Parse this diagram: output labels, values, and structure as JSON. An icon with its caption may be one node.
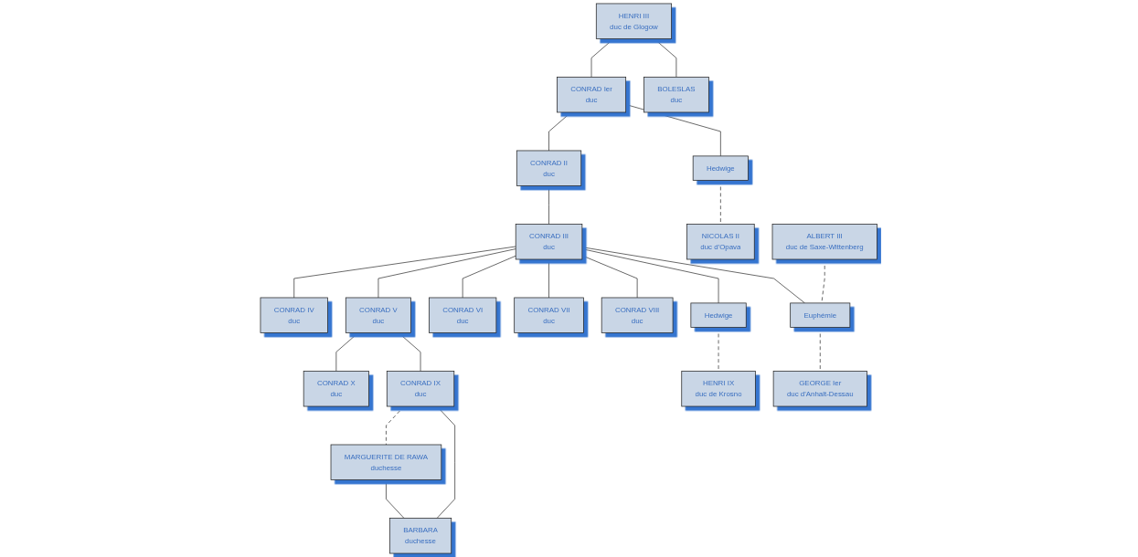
{
  "diagram": {
    "nodes": [
      {
        "text": [
          "HENRI III",
          "duc de Glogow"
        ]
      },
      {
        "text": [
          "CONRAD Ier",
          "duc"
        ]
      },
      {
        "text": [
          "BOLESLAS",
          "duc"
        ]
      },
      {
        "text": [
          "CONRAD II",
          "duc"
        ]
      },
      {
        "text": [
          "Hedwige"
        ]
      },
      {
        "text": [
          "NICOLAS II",
          "duc d'Opava"
        ]
      },
      {
        "text": [
          "CONRAD III",
          "duc"
        ]
      },
      {
        "text": [
          "CONRAD IV",
          "duc"
        ]
      },
      {
        "text": [
          "CONRAD V",
          "duc"
        ]
      },
      {
        "text": [
          "CONRAD VI",
          "duc"
        ]
      },
      {
        "text": [
          "CONRAD VII",
          "duc"
        ]
      },
      {
        "text": [
          "CONRAD VIII",
          "duc"
        ]
      },
      {
        "text": [
          "Hedwige"
        ]
      },
      {
        "text": [
          "HENRI IX",
          "duc de Krosno"
        ]
      },
      {
        "text": [
          "ALBERT III",
          "duc de Saxe-Wittenberg"
        ]
      },
      {
        "text": [
          "Euphémie"
        ]
      },
      {
        "text": [
          "GEORGE Ier",
          "duc d'Anhalt-Dessau"
        ]
      },
      {
        "text": [
          "CONRAD X",
          "duc"
        ]
      },
      {
        "text": [
          "CONRAD IX",
          "duc"
        ]
      },
      {
        "text": [
          "MARGUERITE DE RAWA",
          "duchesse"
        ]
      },
      {
        "text": [
          "BARBARA",
          "duchesse"
        ]
      }
    ],
    "edges": [
      {
        "from": 0,
        "to": 1,
        "arrow": "none"
      },
      {
        "from": 0,
        "to": 2,
        "arrow": "none"
      },
      {
        "from": 1,
        "to": 3,
        "arrow": "none"
      },
      {
        "from": 1,
        "to": 4,
        "arrow": "none"
      },
      {
        "from": 4,
        "to": 5,
        "arrow": "none",
        "style": "dashed"
      },
      {
        "from": 3,
        "to": 6,
        "arrow": "none"
      },
      {
        "from": 6,
        "to": 7,
        "arrow": "none"
      },
      {
        "from": 6,
        "to": 8,
        "arrow": "none"
      },
      {
        "from": 6,
        "to": 9,
        "arrow": "none"
      },
      {
        "from": 6,
        "to": 10,
        "arrow": "none"
      },
      {
        "from": 6,
        "to": 11,
        "arrow": "none"
      },
      {
        "from": 6,
        "to": 12,
        "arrow": "none"
      },
      {
        "from": 6,
        "to": 15,
        "arrow": "none"
      },
      {
        "from": 12,
        "to": 13,
        "arrow": "none",
        "style": "dashed"
      },
      {
        "from": 14,
        "to": 15,
        "arrow": "none",
        "style": "dashed"
      },
      {
        "from": 15,
        "to": 16,
        "arrow": "none",
        "style": "dashed"
      },
      {
        "from": 8,
        "to": 17,
        "arrow": "none"
      },
      {
        "from": 8,
        "to": 18,
        "arrow": "none"
      },
      {
        "from": 18,
        "to": 19,
        "arrow": "none",
        "style": "dashed"
      },
      {
        "from": 18,
        "to": 20,
        "arrow": "none"
      },
      {
        "from": 19,
        "to": 20,
        "arrow": "none"
      }
    ]
  }
}
